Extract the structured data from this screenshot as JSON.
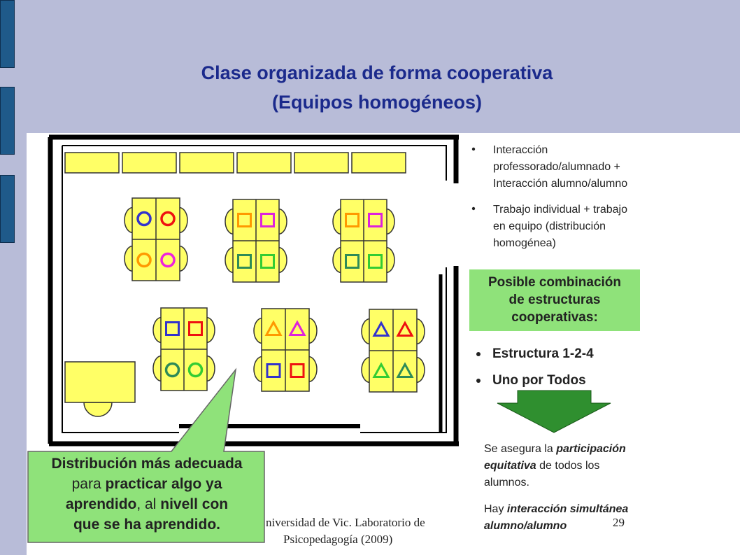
{
  "title": {
    "line1": "Clase organizada de forma cooperativa",
    "line2": "(Equipos homogéneos)"
  },
  "bullets_top": [
    {
      "lines": [
        "Interacción",
        "professorado/alumnado +",
        "Interacción alumno/alumno"
      ]
    },
    {
      "lines": [
        "Trabajo individual + trabajo",
        "en equipo (distribución",
        "homogénea)"
      ]
    }
  ],
  "green_box": {
    "lines": [
      "Posible combinación",
      "de estructuras",
      "cooperativas:"
    ]
  },
  "structures": [
    "Estructura 1-2-4",
    "Uno por Todos"
  ],
  "outcome": {
    "p1": {
      "pre": "Se asegura la ",
      "em": "participación",
      "em2": "equitativa",
      "post": " de todos los",
      "line3": "alumnos."
    },
    "p2": {
      "pre": "Hay ",
      "em": "interacción simultánea",
      "em2": "alumno/alumno"
    }
  },
  "callout": {
    "l1": "Distribución más adecuada",
    "l2a": "para ",
    "l2b": "practicar algo ya",
    "l3a": "aprendido",
    "l3b": ", al ",
    "l3c": "nivell con",
    "l4": "que se ha aprendido."
  },
  "footer": {
    "line1": "niversidad de Vic. Laboratorio de",
    "line2": "Psicopedagogía (2009)",
    "page": "29"
  },
  "colors": {
    "background": "#b8bcd8",
    "title": "#1b2a8c",
    "table_yellow": "#ffff66",
    "green_box": "#8fe27a",
    "arrow_green": "#2f8f2f",
    "sidebar_tab": "#1f5a8a"
  },
  "icons": [
    "circle-symbol",
    "square-symbol",
    "triangle-symbol",
    "arrow-down-icon",
    "bullet-dot"
  ]
}
